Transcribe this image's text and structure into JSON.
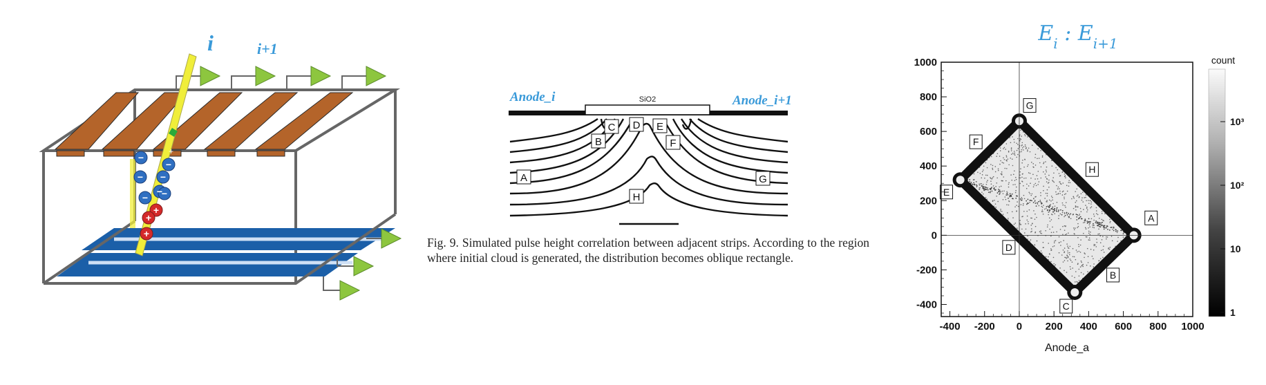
{
  "detector": {
    "label_i": "i",
    "label_i1": "i+1"
  },
  "field_sim": {
    "anode_left": "Anode_i",
    "anode_right": "Anode_i+1",
    "oxide": "SiO2",
    "regions": [
      "A",
      "B",
      "C",
      "D",
      "E",
      "F",
      "G",
      "H"
    ],
    "caption": "Fig. 9. Simulated pulse height correlation between adjacent strips. According to the region where initial cloud is generated, the distribution becomes oblique rectangle."
  },
  "chart_title": "E_i : E_i+1",
  "chart_data": {
    "type": "scatter",
    "title": "E_i : E_i+1",
    "xlabel": "Anode_a",
    "ylabel": "",
    "xlim": [
      -450,
      1000
    ],
    "ylim": [
      -470,
      1000
    ],
    "xticks": [
      -400,
      -200,
      0,
      200,
      400,
      600,
      800,
      1000
    ],
    "yticks": [
      -400,
      -200,
      0,
      200,
      400,
      600,
      800,
      1000
    ],
    "colorbar_label": "count",
    "colorbar_ticks": [
      "1",
      "10",
      "10²",
      "10³"
    ],
    "corners": [
      {
        "label": "G",
        "x": 0,
        "y": 660
      },
      {
        "label": "E",
        "x": -340,
        "y": 320
      },
      {
        "label": "C",
        "x": 320,
        "y": -330
      },
      {
        "label": "A",
        "x": 660,
        "y": 0
      }
    ],
    "region_labels": [
      {
        "label": "G",
        "x": 60,
        "y": 750
      },
      {
        "label": "F",
        "x": -250,
        "y": 540
      },
      {
        "label": "H",
        "x": 420,
        "y": 380
      },
      {
        "label": "E",
        "x": -420,
        "y": 250
      },
      {
        "label": "D",
        "x": -60,
        "y": -70
      },
      {
        "label": "A",
        "x": 760,
        "y": 100
      },
      {
        "label": "B",
        "x": 540,
        "y": -230
      },
      {
        "label": "C",
        "x": 270,
        "y": -410
      }
    ],
    "grid": false,
    "crosshair": [
      0,
      0
    ]
  }
}
